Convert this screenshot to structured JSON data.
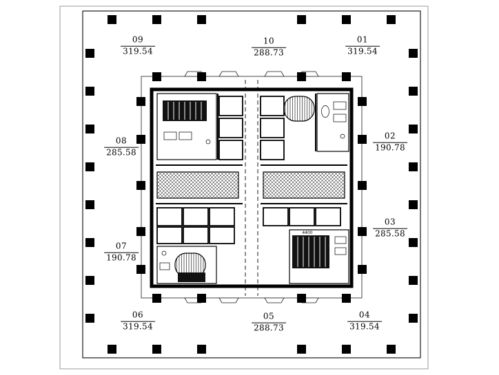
{
  "units": [
    {
      "number": "09",
      "area": "319.54"
    },
    {
      "number": "10",
      "area": "288.73"
    },
    {
      "number": "01",
      "area": "319.54"
    },
    {
      "number": "08",
      "area": "285.58"
    },
    {
      "number": "02",
      "area": "190.78"
    },
    {
      "number": "07",
      "area": "190.78"
    },
    {
      "number": "03",
      "area": "285.58"
    },
    {
      "number": "06",
      "area": "319.54"
    },
    {
      "number": "05",
      "area": "288.73"
    },
    {
      "number": "04",
      "area": "319.54"
    }
  ],
  "annotations": {
    "core_dim": "4400"
  },
  "colors": {
    "line": "#000000",
    "background": "#ffffff",
    "sheet_frame": "#9a9a9a"
  }
}
